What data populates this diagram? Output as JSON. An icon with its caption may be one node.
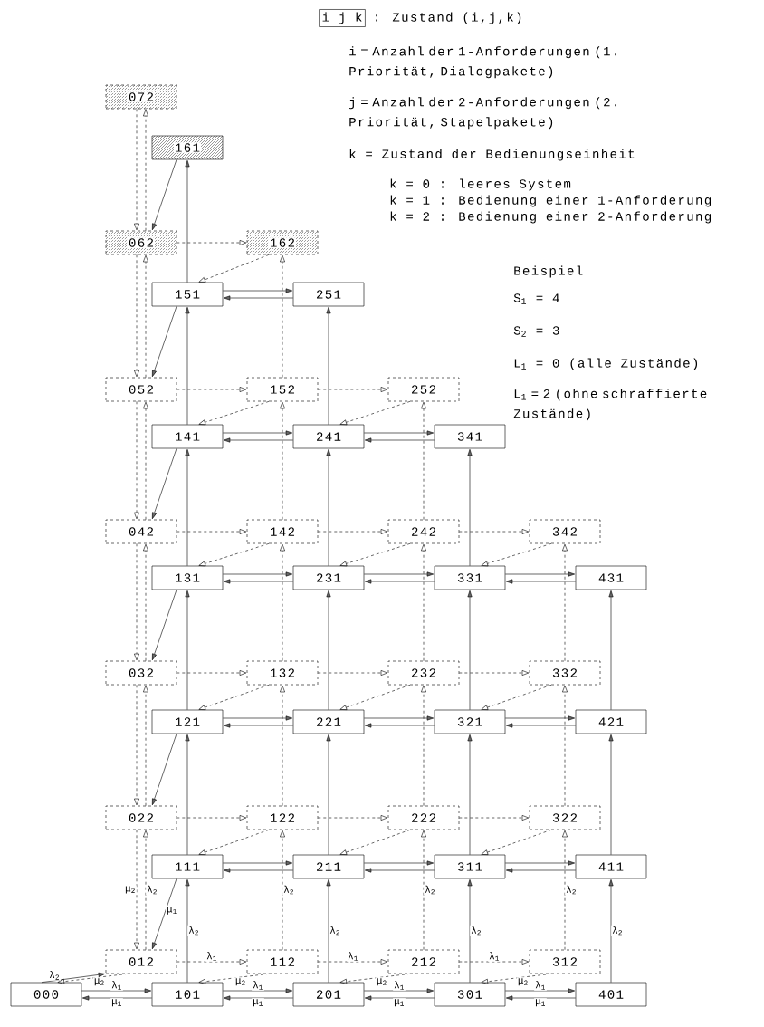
{
  "diagram": {
    "nodes": [
      {
        "text": [
          "i j k"
        ],
        "beside": [
          ": Zustand (i,j,k)"
        ]
      },
      {
        "text": [
          "072"
        ]
      },
      {
        "text": [
          "161"
        ]
      },
      {
        "text": [
          "062"
        ]
      },
      {
        "text": [
          "162"
        ]
      },
      {
        "text": [
          "151"
        ]
      },
      {
        "text": [
          "251"
        ]
      },
      {
        "text": [
          "052"
        ]
      },
      {
        "text": [
          "152"
        ]
      },
      {
        "text": [
          "252"
        ]
      },
      {
        "text": [
          "141"
        ]
      },
      {
        "text": [
          "241"
        ]
      },
      {
        "text": [
          "341"
        ]
      },
      {
        "text": [
          "042"
        ]
      },
      {
        "text": [
          "142"
        ]
      },
      {
        "text": [
          "242"
        ]
      },
      {
        "text": [
          "342"
        ]
      },
      {
        "text": [
          "131"
        ]
      },
      {
        "text": [
          "231"
        ]
      },
      {
        "text": [
          "331"
        ]
      },
      {
        "text": [
          "431"
        ]
      },
      {
        "text": [
          "032"
        ]
      },
      {
        "text": [
          "132"
        ]
      },
      {
        "text": [
          "232"
        ]
      },
      {
        "text": [
          "332"
        ]
      },
      {
        "text": [
          "121"
        ]
      },
      {
        "text": [
          "221"
        ]
      },
      {
        "text": [
          "321"
        ]
      },
      {
        "text": [
          "421"
        ]
      },
      {
        "text": [
          "022"
        ]
      },
      {
        "text": [
          "122"
        ]
      },
      {
        "text": [
          "222"
        ]
      },
      {
        "text": [
          "322"
        ]
      },
      {
        "text": [
          "111"
        ]
      },
      {
        "text": [
          "211"
        ]
      },
      {
        "text": [
          "311"
        ]
      },
      {
        "text": [
          "411"
        ]
      },
      {
        "text": [
          "012"
        ]
      },
      {
        "text": [
          "112"
        ]
      },
      {
        "text": [
          "212"
        ]
      },
      {
        "text": [
          "312"
        ]
      },
      {
        "text": [
          "000"
        ]
      },
      {
        "text": [
          "101"
        ]
      },
      {
        "text": [
          "201"
        ]
      },
      {
        "text": [
          "301"
        ]
      },
      {
        "text": [
          "401"
        ]
      }
    ],
    "edges": [
      {
        "from": 41,
        "to": 42,
        "arrow": "to",
        "label": "λ$_{1}$"
      },
      {
        "from": 42,
        "to": 41,
        "arrow": "to",
        "label": "μ$_{1}$"
      },
      {
        "from": 42,
        "to": 43,
        "arrow": "to",
        "label": "λ$_{1}$"
      },
      {
        "from": 43,
        "to": 42,
        "arrow": "to",
        "label": "μ$_{1}$"
      },
      {
        "from": 43,
        "to": 44,
        "arrow": "to",
        "label": "λ$_{1}$"
      },
      {
        "from": 44,
        "to": 43,
        "arrow": "to",
        "label": "μ$_{1}$"
      },
      {
        "from": 44,
        "to": 45,
        "arrow": "to",
        "label": "λ$_{1}$"
      },
      {
        "from": 45,
        "to": 44,
        "arrow": "to",
        "label": "μ$_{1}$"
      },
      {
        "from": 33,
        "to": 34,
        "arrow": "to"
      },
      {
        "from": 34,
        "to": 33,
        "arrow": "to"
      },
      {
        "from": 34,
        "to": 35,
        "arrow": "to"
      },
      {
        "from": 35,
        "to": 34,
        "arrow": "to"
      },
      {
        "from": 35,
        "to": 36,
        "arrow": "to"
      },
      {
        "from": 36,
        "to": 35,
        "arrow": "to"
      },
      {
        "from": 25,
        "to": 26,
        "arrow": "to"
      },
      {
        "from": 26,
        "to": 25,
        "arrow": "to"
      },
      {
        "from": 26,
        "to": 27,
        "arrow": "to"
      },
      {
        "from": 27,
        "to": 26,
        "arrow": "to"
      },
      {
        "from": 27,
        "to": 28,
        "arrow": "to"
      },
      {
        "from": 28,
        "to": 27,
        "arrow": "to"
      },
      {
        "from": 17,
        "to": 18,
        "arrow": "to"
      },
      {
        "from": 18,
        "to": 17,
        "arrow": "to"
      },
      {
        "from": 18,
        "to": 19,
        "arrow": "to"
      },
      {
        "from": 19,
        "to": 18,
        "arrow": "to"
      },
      {
        "from": 19,
        "to": 20,
        "arrow": "to"
      },
      {
        "from": 20,
        "to": 19,
        "arrow": "to"
      },
      {
        "from": 10,
        "to": 11,
        "arrow": "to"
      },
      {
        "from": 11,
        "to": 10,
        "arrow": "to"
      },
      {
        "from": 11,
        "to": 12,
        "arrow": "to"
      },
      {
        "from": 12,
        "to": 11,
        "arrow": "to"
      },
      {
        "from": 5,
        "to": 6,
        "arrow": "to"
      },
      {
        "from": 6,
        "to": 5,
        "arrow": "to"
      },
      {
        "from": 42,
        "to": 33,
        "arrow": "to",
        "label": "λ$_{2}$"
      },
      {
        "from": 33,
        "to": 25,
        "arrow": "to"
      },
      {
        "from": 25,
        "to": 17,
        "arrow": "to"
      },
      {
        "from": 17,
        "to": 10,
        "arrow": "to"
      },
      {
        "from": 10,
        "to": 5,
        "arrow": "to"
      },
      {
        "from": 5,
        "to": 2,
        "arrow": "to"
      },
      {
        "from": 43,
        "to": 34,
        "arrow": "to",
        "label": "λ$_{2}$"
      },
      {
        "from": 34,
        "to": 26,
        "arrow": "to"
      },
      {
        "from": 26,
        "to": 18,
        "arrow": "to"
      },
      {
        "from": 18,
        "to": 11,
        "arrow": "to"
      },
      {
        "from": 11,
        "to": 6,
        "arrow": "to"
      },
      {
        "from": 44,
        "to": 35,
        "arrow": "to",
        "label": "λ$_{2}$"
      },
      {
        "from": 35,
        "to": 27,
        "arrow": "to"
      },
      {
        "from": 27,
        "to": 19,
        "arrow": "to"
      },
      {
        "from": 19,
        "to": 12,
        "arrow": "to"
      },
      {
        "from": 45,
        "to": 36,
        "arrow": "to",
        "label": "λ$_{2}$"
      },
      {
        "from": 36,
        "to": 28,
        "arrow": "to"
      },
      {
        "from": 28,
        "to": 20,
        "arrow": "to"
      },
      {
        "from": 41,
        "to": 37,
        "arrow": "to",
        "label": "λ$_{2}$"
      },
      {
        "from": 33,
        "to": 37,
        "arrow": "to",
        "label": "μ$_{1}$"
      },
      {
        "from": 25,
        "to": 29,
        "arrow": "to"
      },
      {
        "from": 17,
        "to": 21,
        "arrow": "to"
      },
      {
        "from": 10,
        "to": 13,
        "arrow": "to"
      },
      {
        "from": 5,
        "to": 7,
        "arrow": "to"
      },
      {
        "from": 2,
        "to": 3,
        "arrow": "to"
      },
      {
        "from": 29,
        "to": 37,
        "arrow": "to",
        "style": "dashed",
        "label": "μ$_{2}$"
      },
      {
        "from": 37,
        "to": 29,
        "arrow": "to",
        "style": "dashed",
        "label": "λ$_{2}$"
      },
      {
        "from": 21,
        "to": 29,
        "arrow": "to",
        "style": "dashed"
      },
      {
        "from": 29,
        "to": 21,
        "arrow": "to",
        "style": "dashed"
      },
      {
        "from": 13,
        "to": 21,
        "arrow": "to",
        "style": "dashed"
      },
      {
        "from": 21,
        "to": 13,
        "arrow": "to",
        "style": "dashed"
      },
      {
        "from": 7,
        "to": 13,
        "arrow": "to",
        "style": "dashed"
      },
      {
        "from": 13,
        "to": 7,
        "arrow": "to",
        "style": "dashed"
      },
      {
        "from": 3,
        "to": 7,
        "arrow": "to",
        "style": "dashed"
      },
      {
        "from": 7,
        "to": 3,
        "arrow": "to",
        "style": "dashed"
      },
      {
        "from": 1,
        "to": 3,
        "arrow": "to",
        "style": "dashed"
      },
      {
        "from": 3,
        "to": 1,
        "arrow": "to",
        "style": "dashed"
      },
      {
        "from": 37,
        "to": 38,
        "arrow": "to",
        "style": "dashed",
        "label": "λ$_{1}$"
      },
      {
        "from": 38,
        "to": 39,
        "arrow": "to",
        "style": "dashed",
        "label": "λ$_{1}$"
      },
      {
        "from": 39,
        "to": 40,
        "arrow": "to",
        "style": "dashed",
        "label": "λ$_{1}$"
      },
      {
        "from": 29,
        "to": 30,
        "arrow": "to",
        "style": "dashed"
      },
      {
        "from": 30,
        "to": 31,
        "arrow": "to",
        "style": "dashed"
      },
      {
        "from": 31,
        "to": 32,
        "arrow": "to",
        "style": "dashed"
      },
      {
        "from": 21,
        "to": 22,
        "arrow": "to",
        "style": "dashed"
      },
      {
        "from": 22,
        "to": 23,
        "arrow": "to",
        "style": "dashed"
      },
      {
        "from": 23,
        "to": 24,
        "arrow": "to",
        "style": "dashed"
      },
      {
        "from": 13,
        "to": 14,
        "arrow": "to",
        "style": "dashed"
      },
      {
        "from": 14,
        "to": 15,
        "arrow": "to",
        "style": "dashed"
      },
      {
        "from": 15,
        "to": 16,
        "arrow": "to",
        "style": "dashed"
      },
      {
        "from": 7,
        "to": 8,
        "arrow": "to",
        "style": "dashed"
      },
      {
        "from": 8,
        "to": 9,
        "arrow": "to",
        "style": "dashed"
      },
      {
        "from": 3,
        "to": 4,
        "arrow": "to",
        "style": "dashed"
      },
      {
        "from": 38,
        "to": 30,
        "arrow": "to",
        "style": "dashed",
        "label": "λ$_{2}$"
      },
      {
        "from": 30,
        "to": 22,
        "arrow": "to",
        "style": "dashed"
      },
      {
        "from": 22,
        "to": 14,
        "arrow": "to",
        "style": "dashed"
      },
      {
        "from": 14,
        "to": 8,
        "arrow": "to",
        "style": "dashed"
      },
      {
        "from": 8,
        "to": 4,
        "arrow": "to",
        "style": "dashed"
      },
      {
        "from": 39,
        "to": 31,
        "arrow": "to",
        "style": "dashed",
        "label": "λ$_{2}$"
      },
      {
        "from": 31,
        "to": 23,
        "arrow": "to",
        "style": "dashed"
      },
      {
        "from": 23,
        "to": 15,
        "arrow": "to",
        "style": "dashed"
      },
      {
        "from": 15,
        "to": 9,
        "arrow": "to",
        "style": "dashed"
      },
      {
        "from": 40,
        "to": 32,
        "arrow": "to",
        "style": "dashed",
        "label": "λ$_{2}$"
      },
      {
        "from": 32,
        "to": 24,
        "arrow": "to",
        "style": "dashed"
      },
      {
        "from": 24,
        "to": 16,
        "arrow": "to",
        "style": "dashed"
      },
      {
        "from": 37,
        "to": 41,
        "arrow": "to",
        "style": "dashed",
        "label": "μ$_{2}$"
      },
      {
        "from": 38,
        "to": 42,
        "arrow": "to",
        "style": "dashed",
        "label": "μ$_{2}$"
      },
      {
        "from": 39,
        "to": 43,
        "arrow": "to",
        "style": "dashed",
        "label": "μ$_{2}$"
      },
      {
        "from": 40,
        "to": 44,
        "arrow": "to",
        "style": "dashed",
        "label": "μ$_{2}$"
      },
      {
        "from": 30,
        "to": 33,
        "arrow": "to",
        "style": "dashed"
      },
      {
        "from": 31,
        "to": 34,
        "arrow": "to",
        "style": "dashed"
      },
      {
        "from": 32,
        "to": 35,
        "arrow": "to",
        "style": "dashed"
      },
      {
        "from": 22,
        "to": 25,
        "arrow": "to",
        "style": "dashed"
      },
      {
        "from": 23,
        "to": 26,
        "arrow": "to",
        "style": "dashed"
      },
      {
        "from": 24,
        "to": 27,
        "arrow": "to",
        "style": "dashed"
      },
      {
        "from": 14,
        "to": 17,
        "arrow": "to",
        "style": "dashed"
      },
      {
        "from": 15,
        "to": 18,
        "arrow": "to",
        "style": "dashed"
      },
      {
        "from": 16,
        "to": 19,
        "arrow": "to",
        "style": "dashed"
      },
      {
        "from": 8,
        "to": 10,
        "arrow": "to",
        "style": "dashed"
      },
      {
        "from": 9,
        "to": 11,
        "arrow": "to",
        "style": "dashed"
      },
      {
        "from": 4,
        "to": 5,
        "arrow": "to",
        "style": "dashed"
      }
    ],
    "labels": [
      "i = Anzahl der 1-Anforderungen (1. Priorität, Dialogpakete)",
      "j = Anzahl der 2-Anforderungen (2. Priorität, Stapelpakete)",
      "k = Zustand der Bedienungseinheit",
      "k = 0 : leeres System",
      "k = 1 : Bedienung einer 1-Anforderung",
      "k = 2 : Bedienung einer 2-Anforderung",
      "Beispiel",
      "S$_{1}$ = 4",
      "S$_{2}$ = 3",
      "L$_{1}$ = 0 (alle Zustände)",
      "L$_{1}$ = 2 (ohne schraffierte Zustände)"
    ]
  }
}
